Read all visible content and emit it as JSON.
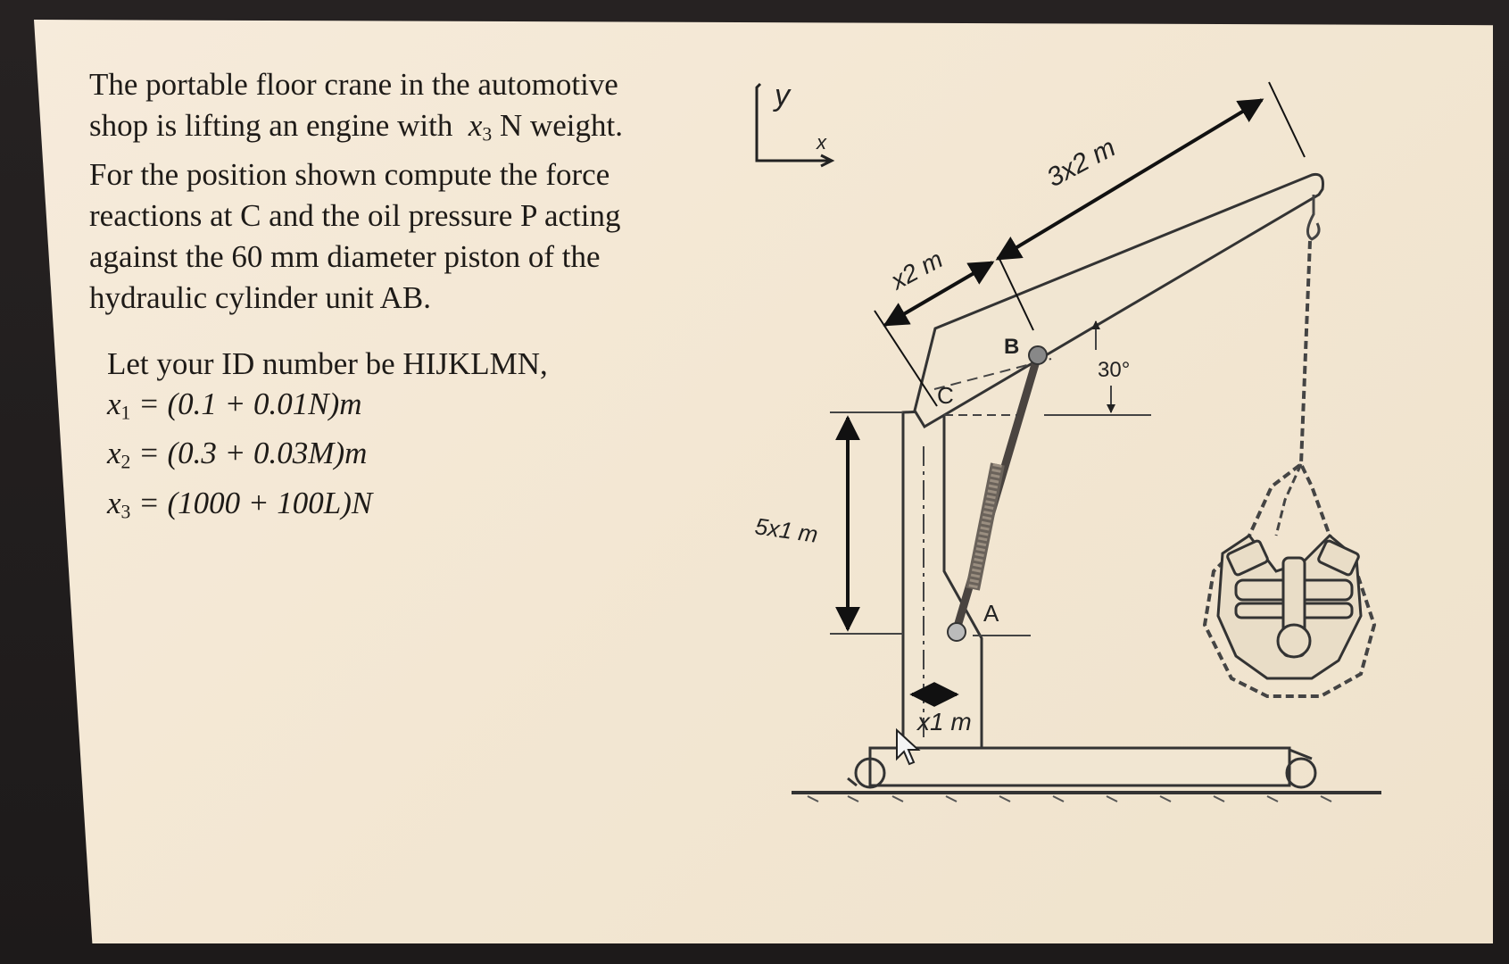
{
  "problem": {
    "lines": [
      "The portable floor crane in the automotive",
      "shop is lifting an engine with",
      "x",
      "3",
      "N weight.",
      "For the position shown compute the force",
      "reactions at C and the oil pressure P acting",
      "against the 60 mm diameter piston of the",
      "hydraulic cylinder unit AB."
    ]
  },
  "id_block": {
    "intro": "Let your ID number be HIJKLMN,",
    "eq1": {
      "var": "x",
      "sub": "1",
      "expr": " = (0.1 + 0.01N)m"
    },
    "eq2": {
      "var": "x",
      "sub": "2",
      "expr": " = (0.3 + 0.03M)m"
    },
    "eq3": {
      "var": "x",
      "sub": "3",
      "expr": " = (1000 + 100L)N"
    }
  },
  "diagram": {
    "axis_y": "y",
    "axis_x": "x",
    "label_B": "B",
    "label_C": "C",
    "label_A": "A",
    "angle": "30°",
    "dim_boom_outer": "3x2 m",
    "dim_boom_inner": "x2 m",
    "dim_height": "5x1 m",
    "dim_offset": "x1 m"
  },
  "colors": {
    "paper": "#f3e7d3",
    "ink": "#1e1b18",
    "screen_bezel": "#1d1a1a"
  }
}
